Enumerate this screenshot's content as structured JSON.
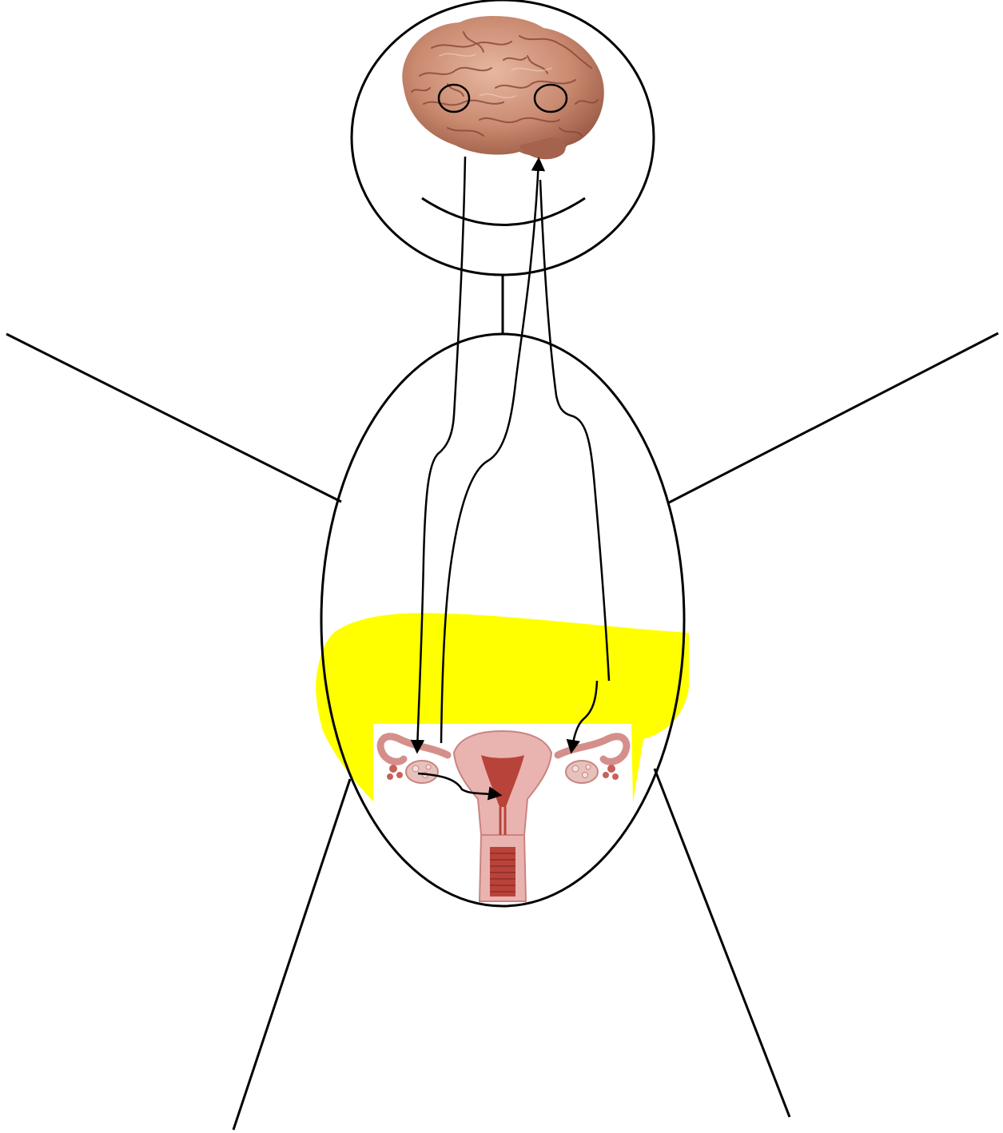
{
  "diagram": {
    "kind": "stick-figure hormonal feedback diagram",
    "labels": [],
    "colors": {
      "outline": "#000000",
      "highlight": "#ffff00",
      "brain_base": "#c98a70",
      "brain_dark": "#9b5a45",
      "brain_light": "#e7b7a0",
      "organ_base": "#e9b3b0",
      "organ_dark": "#b8605a",
      "organ_cavity": "#b8433a",
      "background": "#ffffff"
    },
    "icons": {
      "brain": "brain-illustration",
      "reproductive_organ": "uterus-ovaries-illustration"
    }
  }
}
